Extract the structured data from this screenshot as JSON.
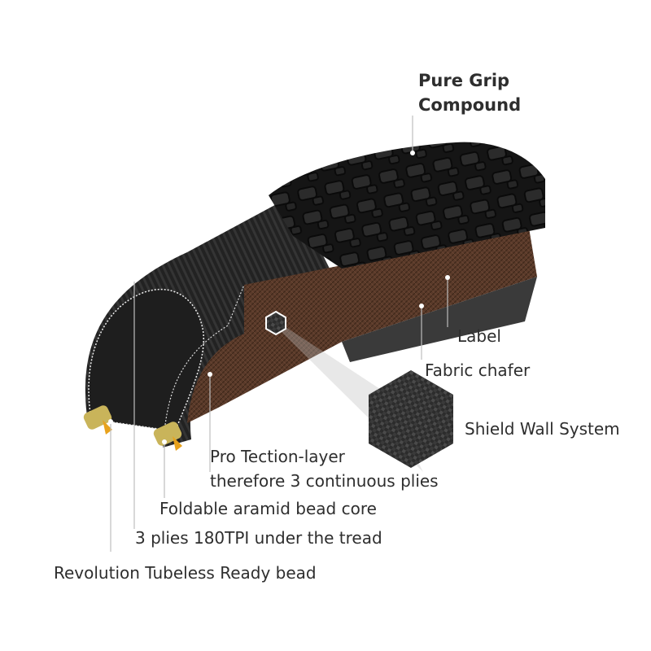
{
  "labels": {
    "pure_grip": [
      "Pure Grip",
      "Compound"
    ],
    "label": "Label",
    "fabric_chafer": "Fabric chafer",
    "shield_wall": "Shield Wall System",
    "pro_tection": [
      "Pro Tection-layer",
      "therefore 3 continuous plies"
    ],
    "bead_core": "Foldable aramid bead core",
    "plies": "3 plies 180TPI under the tread",
    "tubeless_bead": "Revolution Tubeless Ready bead"
  },
  "colors": {
    "tread": "#1b1b1b",
    "casing": "#2a2a2a",
    "protection_layer": "#5a3a2a",
    "bead": "#c9b45a",
    "bead_tip": "#e8a21c",
    "leader_line": "#bdbdbd",
    "text": "#2e2e2e"
  }
}
